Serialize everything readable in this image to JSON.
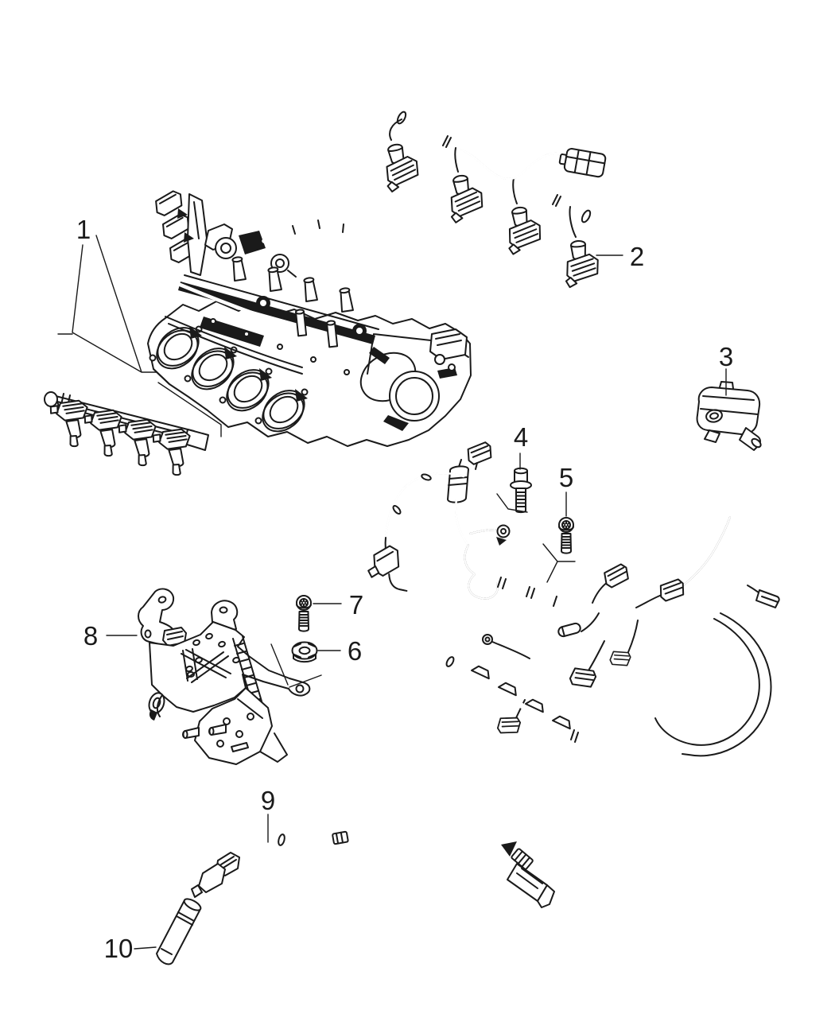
{
  "colors": {
    "background": "#ffffff",
    "ink": "#1a1a1a"
  },
  "diagram": {
    "callouts": [
      {
        "label": "1"
      },
      {
        "label": "2"
      },
      {
        "label": "3"
      },
      {
        "label": "4"
      },
      {
        "label": "5"
      },
      {
        "label": "6"
      },
      {
        "label": "7"
      },
      {
        "label": "8"
      },
      {
        "label": "9"
      },
      {
        "label": "10"
      }
    ]
  }
}
